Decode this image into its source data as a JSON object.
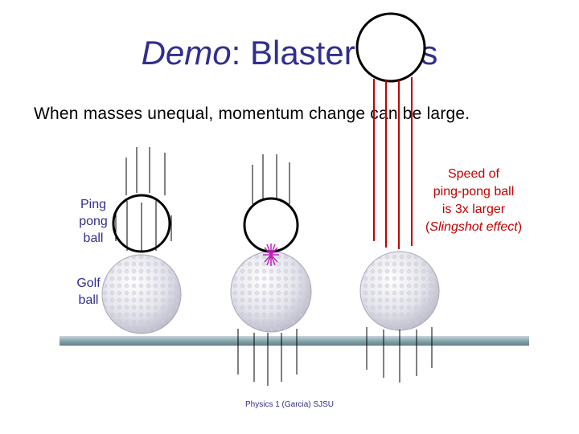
{
  "slide": {
    "title_em": "Demo",
    "title_rest": ": Blaster Balls",
    "subtitle": "When masses unequal, momentum change can be large.",
    "ping_label": "Ping pong ball",
    "golf_label": "Golf ball",
    "speed_line1": "Speed of",
    "speed_line2": "ping-pong ball",
    "speed_line3": "is 3x larger",
    "speed_paren_open": "(",
    "speed_em": "Slingshot effect",
    "speed_paren_close": ")",
    "footer": "Physics 1 (Garcia) SJSU"
  },
  "colors": {
    "title": "#2f2f8f",
    "speed_text": "#c00000",
    "fast_lines": "#c00000",
    "floor": "#9bb3bb",
    "impact": "#c020c0"
  }
}
